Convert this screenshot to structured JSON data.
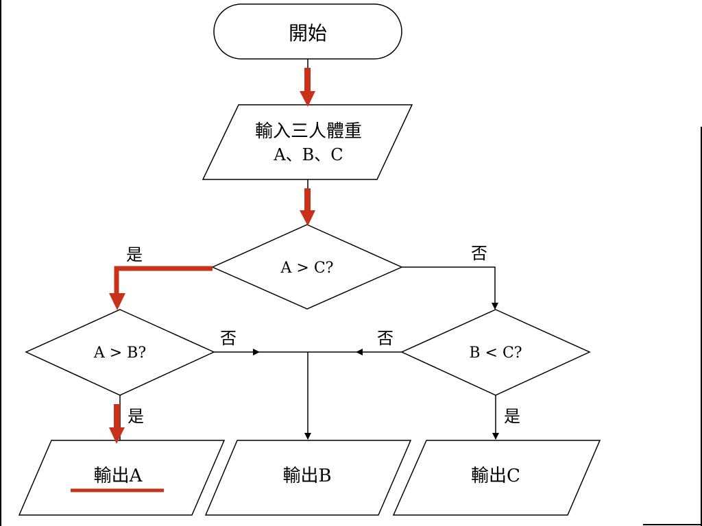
{
  "colors": {
    "background": "#ffffff",
    "frame": "#000000",
    "line": "#000000",
    "highlight_path": "#c8321a"
  },
  "nodes": {
    "start": "開始",
    "input_line1": "輸入三人體重",
    "input_line2": "A、B、C",
    "decision_ac": "A > C?",
    "decision_ab": "A > B?",
    "decision_bc": "B < C?",
    "output_a": "輸出A",
    "output_b": "輸出B",
    "output_c": "輸出C"
  },
  "edge_labels": {
    "ac_yes": "是",
    "ac_no": "否",
    "ab_no": "否",
    "ab_yes": "是",
    "bc_no": "否",
    "bc_yes": "是"
  }
}
